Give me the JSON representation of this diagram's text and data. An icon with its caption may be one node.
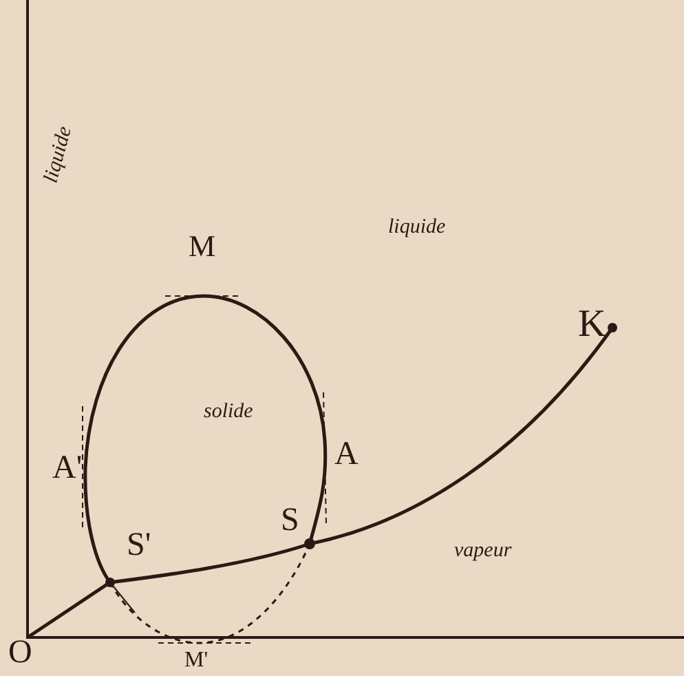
{
  "diagram": {
    "labels": [
      "liquide",
      "M",
      "liquide",
      "K",
      "A'",
      "solide",
      "A",
      "S",
      "S'",
      "vapeur",
      "O",
      "M'"
    ]
  }
}
